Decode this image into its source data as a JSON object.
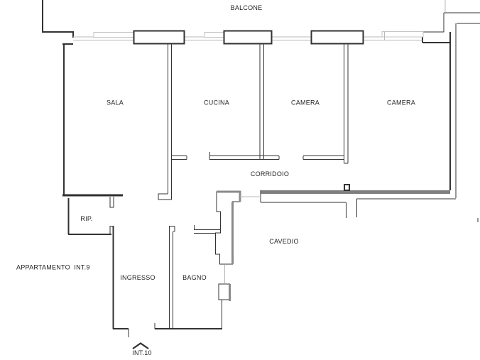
{
  "labels": {
    "balcone": "BALCONE",
    "sala": "SALA",
    "cucina": "CUCINA",
    "camera_1": "CAMERA",
    "camera_2": "CAMERA",
    "corridoio": "CORRIDOIO",
    "rip": "RIP.",
    "cavedio": "CAVEDIO",
    "apartment": "APPARTAMENTO  INT.9",
    "ingresso": "INGRESSO",
    "bagno": "BAGNO",
    "int10": "INT.10"
  },
  "colors": {
    "wall": "#333333",
    "wall_thick": "#8a8a8a",
    "window": "#b9b9b9",
    "text": "#1f1f1f",
    "background": "#ffffff"
  }
}
